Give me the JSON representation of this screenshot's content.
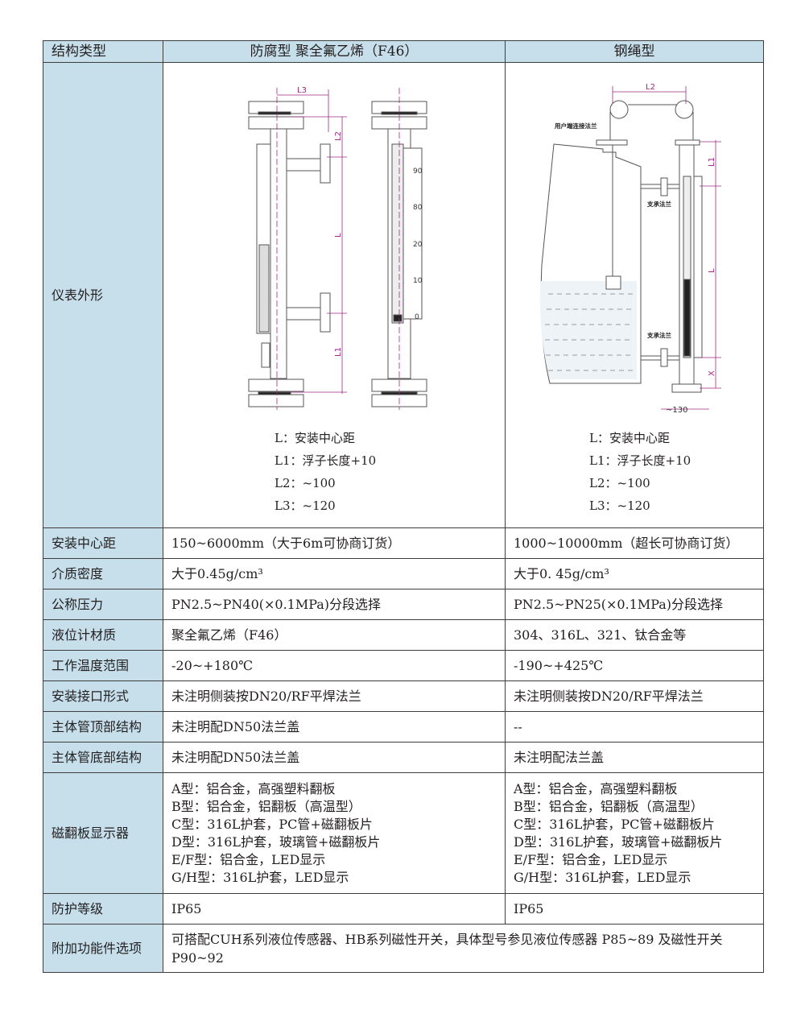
{
  "header": {
    "col0": "结构类型",
    "col1": "防腐型 聚全氟乙烯（F46）",
    "col2": "钢绳型"
  },
  "figure_row": {
    "label": "仪表外形",
    "left": {
      "dims": {
        "l3": "L3",
        "l2": "L2",
        "l": "L",
        "l1": "L1"
      },
      "scale": [
        "90",
        "80",
        "20",
        "10",
        "0"
      ],
      "captions": [
        "L：安装中心距",
        "L1：浮子长度+10",
        "L2：~100",
        "L3：~120"
      ]
    },
    "right": {
      "dims": {
        "l2": "L2",
        "l1": "L1",
        "l": "L",
        "x": "X",
        "w": "~130"
      },
      "labels": {
        "user_flange": "用户端连接法兰",
        "support1": "支承法兰",
        "support2": "支承法兰"
      },
      "captions": [
        "L：安装中心距",
        "L1：浮子长度+10",
        "L2：~100",
        "L3：~120"
      ]
    }
  },
  "rows": [
    {
      "label": "安装中心距",
      "a": "150~6000mm（大于6m可协商订货）",
      "b": "1000~10000mm（超长可协商订货）"
    },
    {
      "label": "介质密度",
      "a": "大于0.45g/cm³",
      "b": "大于0. 45g/cm³"
    },
    {
      "label": "公称压力",
      "a": "PN2.5~PN40(×0.1MPa)分段选择",
      "b": "PN2.5~PN25(×0.1MPa)分段选择"
    },
    {
      "label": "液位计材质",
      "a": "聚全氟乙烯（F46）",
      "b": "304、316L、321、钛合金等"
    },
    {
      "label": "工作温度范围",
      "a": "-20~+180℃",
      "b": "-190~+425℃"
    },
    {
      "label": "安装接口形式",
      "a": "未注明侧装按DN20/RF平焊法兰",
      "b": "未注明侧装按DN20/RF平焊法兰"
    },
    {
      "label": "主体管顶部结构",
      "a": "未注明配DN50法兰盖",
      "b": "--"
    },
    {
      "label": "主体管底部结构",
      "a": "未注明配DN50法兰盖",
      "b": "未注明配法兰盖"
    }
  ],
  "display": {
    "label": "磁翻板显示器",
    "a": [
      "A型：铝合金，高强塑料翻板",
      "B型：铝合金，铝翻板（高温型）",
      "C型：316L护套，PC管+磁翻板片",
      "D型：316L护套，玻璃管+磁翻板片",
      "E/F型：铝合金，LED显示",
      "G/H型：316L护套，LED显示"
    ],
    "b": [
      "A型：铝合金，高强塑料翻板",
      "B型：铝合金，铝翻板（高温型）",
      "C型：316L护套，PC管+磁翻板片",
      "D型：316L护套，玻璃管+磁翻板片",
      "E/F型：铝合金，LED显示",
      "G/H型：316L护套，LED显示"
    ]
  },
  "protection": {
    "label": "防护等级",
    "a": "IP65",
    "b": "IP65"
  },
  "additional": {
    "label": "附加功能件选项",
    "text": "可搭配CUH系列液位传感器、HB系列磁性开关，具体型号参见液位传感器 P85~89 及磁性开关P90~92"
  },
  "colors": {
    "header_bg": "#c6dfeb",
    "dimension": "#9b2a86",
    "border": "#3d3d3d"
  }
}
